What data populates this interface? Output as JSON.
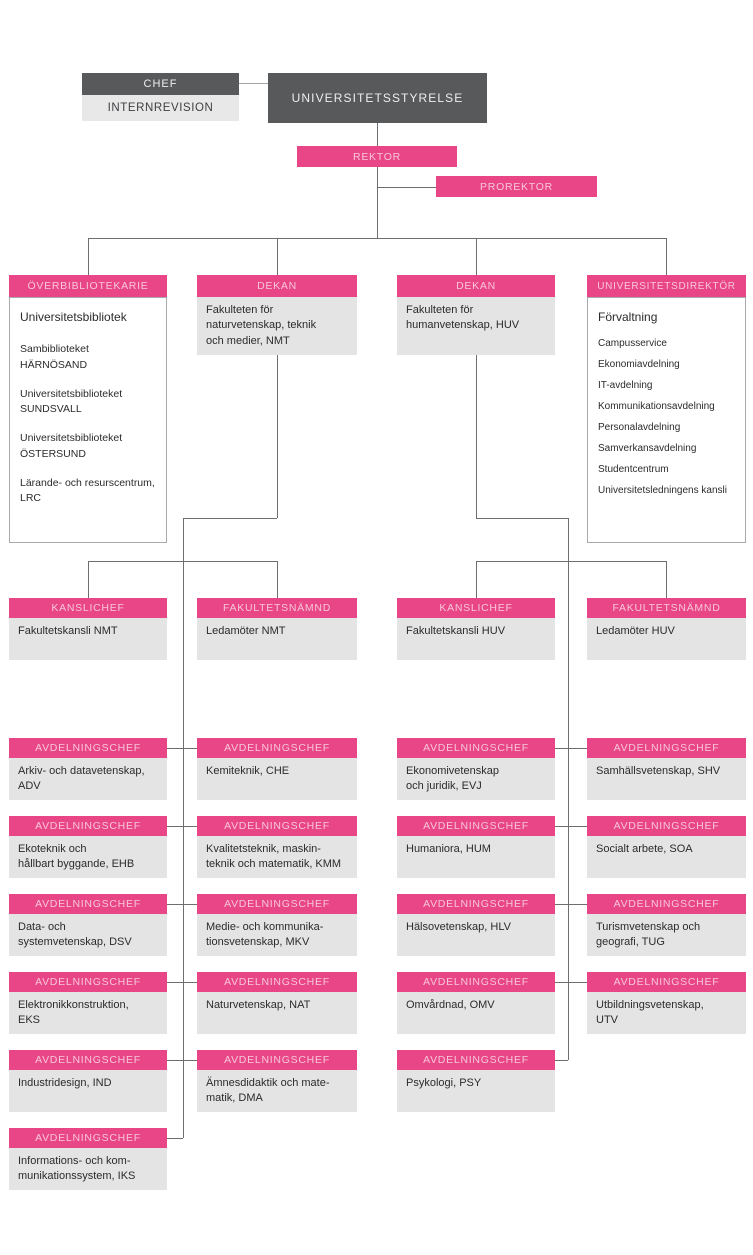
{
  "palette": {
    "pink": "#e84687",
    "dark": "#58595b",
    "gray": "#e4e4e5",
    "line": "#6d6e70"
  },
  "top": {
    "chef": "CHEF",
    "internrevision": "INTERNREVISION",
    "styrelse": "UNIVERSITETSSTYRELSE",
    "rektor": "REKTOR",
    "prorektor": "PROREKTOR"
  },
  "branches": {
    "library": {
      "header": "ÖVERBIBLIOTEKARIE",
      "title": "Universitetsbibliotek",
      "items": [
        "Sambiblioteket\nHÄRNÖSAND",
        "Universitetsbiblioteket\nSUNDSVALL",
        "Universitetsbiblioteket\nÖSTERSUND",
        "Lärande- och resurscentrum,\nLRC"
      ]
    },
    "faculty_nmt": {
      "header": "DEKAN",
      "body": "Fakulteten för\nnaturvetenskap, teknik\noch medier, NMT"
    },
    "faculty_huv": {
      "header": "DEKAN",
      "body": "Fakulteten för\nhumanvetenskap, HUV"
    },
    "administration": {
      "header": "UNIVERSITETSDIREKTÖR",
      "title": "Förvaltning",
      "items": [
        "Campusservice",
        "Ekonomiavdelning",
        "IT-avdelning",
        "Kommunikationsavdelning",
        "Personalavdelning",
        "Samverkansavdelning",
        "Studentcentrum",
        "Universitetsledningens kansli"
      ]
    }
  },
  "offices": {
    "kanslichef_nmt": {
      "header": "KANSLICHEF",
      "body": "Fakultetskansli NMT"
    },
    "namnd_nmt": {
      "header": "FAKULTETSNÄMND",
      "body": "Ledamöter NMT"
    },
    "kanslichef_huv": {
      "header": "KANSLICHEF",
      "body": "Fakultetskansli HUV"
    },
    "namnd_huv": {
      "header": "FAKULTETSNÄMND",
      "body": "Ledamöter HUV"
    }
  },
  "labels": {
    "avdelningschef": "AVDELNINGSCHEF"
  },
  "departments": {
    "nmt_a": [
      "Arkiv- och datavetenskap,\nADV",
      "Ekoteknik och\nhållbart byggande, EHB",
      "Data- och\nsystemvetenskap, DSV",
      "Elektronikkonstruktion,\nEKS",
      "Industridesign, IND",
      "Informations- och kom-\nmunikationssystem, IKS"
    ],
    "nmt_b": [
      "Kemiteknik, CHE",
      "Kvalitetsteknik, maskin-\nteknik och matematik, KMM",
      "Medie- och kommunika-\ntionsvetenskap, MKV",
      "Naturvetenskap, NAT",
      "Ämnesdidaktik och mate-\nmatik, DMA"
    ],
    "huv_a": [
      "Ekonomivetenskap\noch juridik, EVJ",
      "Humaniora, HUM",
      "Hälsovetenskap, HLV",
      "Omvårdnad, OMV",
      "Psykologi, PSY"
    ],
    "huv_b": [
      "Samhällsvetenskap, SHV",
      "Socialt arbete, SOA",
      "Turismvetenskap och\ngeografi, TUG",
      "Utbildningsvetenskap,\nUTV"
    ]
  }
}
